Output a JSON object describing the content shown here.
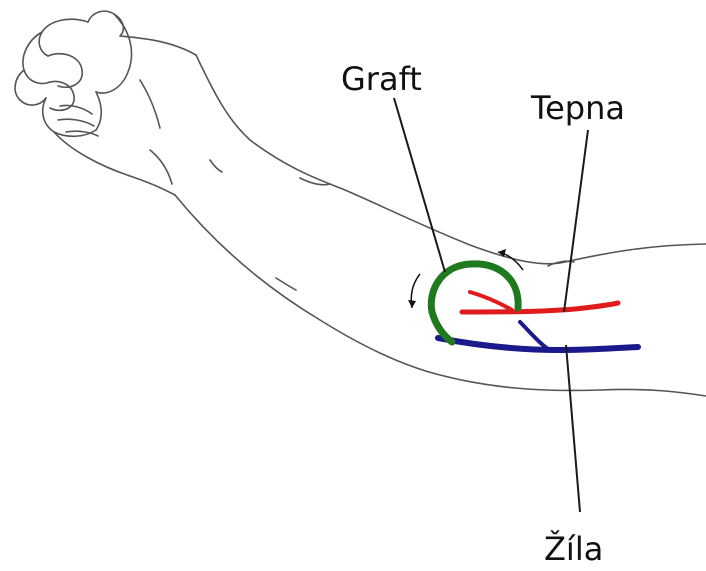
{
  "labels": {
    "graft": "Graft",
    "artery": "Tepna",
    "vein": "Žíla"
  },
  "colors": {
    "graft": "#1f7a1f",
    "artery": "#e01b1b",
    "vein": "#1a1a8c",
    "outline": "#555555"
  }
}
